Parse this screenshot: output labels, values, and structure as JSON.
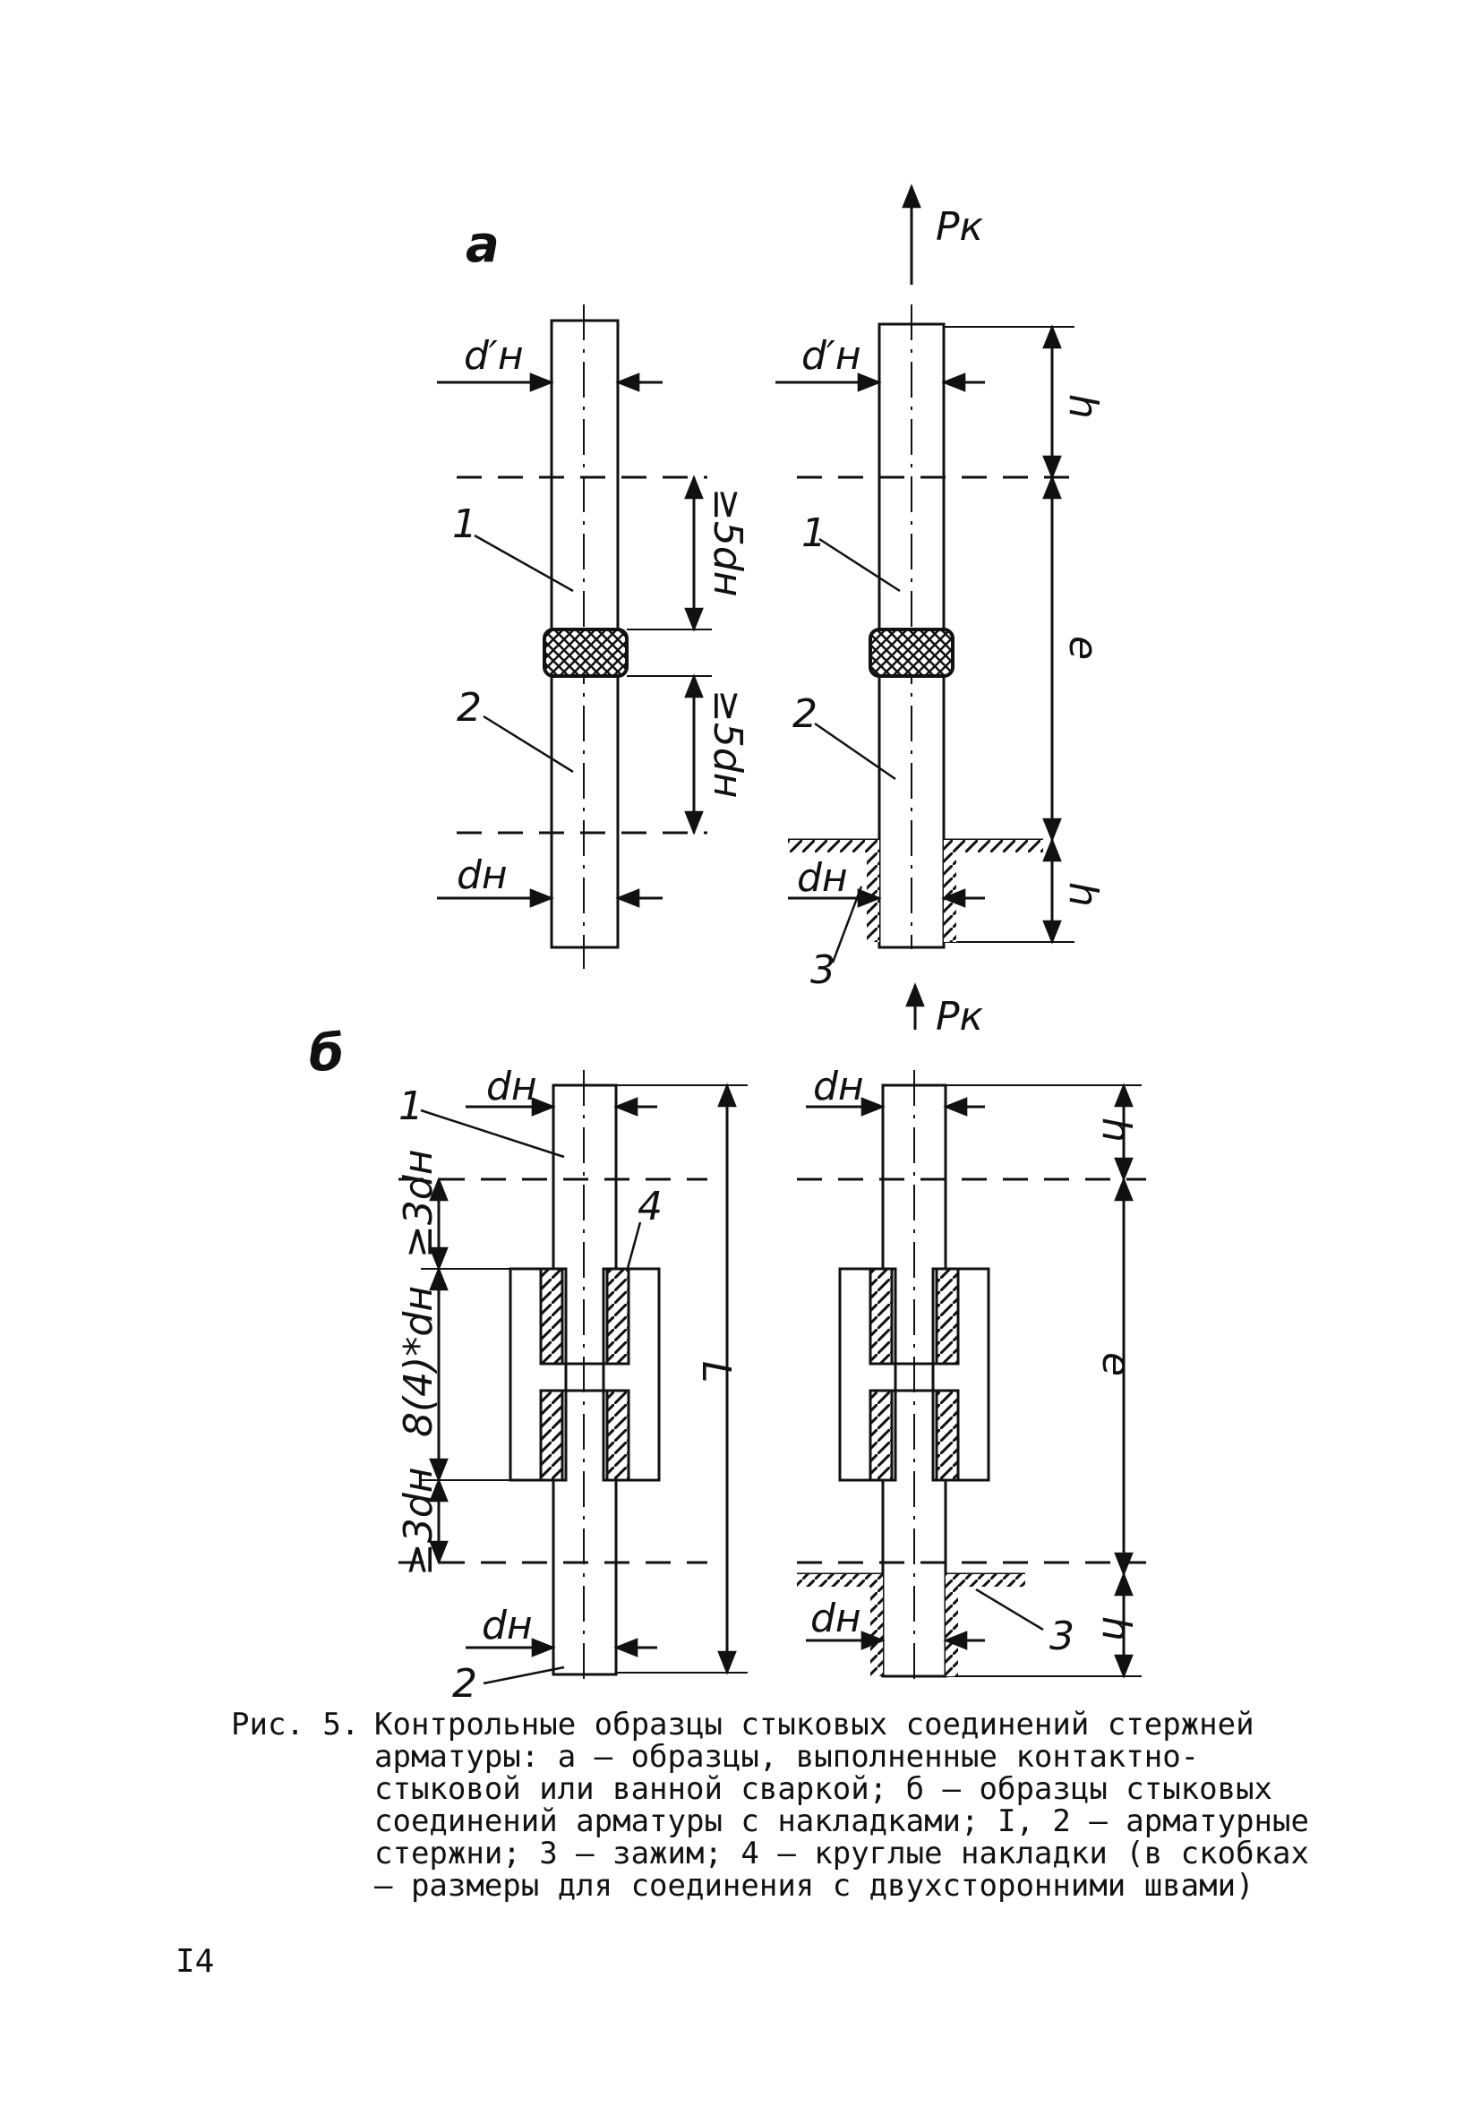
{
  "figure": {
    "panel_a": "а",
    "panel_b": "б",
    "force": "Pк",
    "d_prime": "d′н",
    "d": "dн",
    "h": "h",
    "l": "e",
    "L": "L",
    "ge5d": "≥5dн",
    "ge3d": "≥3dн",
    "lap": "8(4)*dн",
    "n1": "1",
    "n2": "2",
    "n3": "3",
    "n4": "4"
  },
  "caption": {
    "head": "Рис. 5.",
    "body": "Контрольные образцы стыковых соединений стержней арматуры: а – образцы, выполненные контактно-стыковой или ванной сваркой; б – образцы стыковых соединений арматуры с накладками; I, 2 – арматурные стержни; 3 – зажим; 4 – круглые накладки (в скобках – размеры для соединения с двухсторонними швами)"
  },
  "page_number": "I4"
}
